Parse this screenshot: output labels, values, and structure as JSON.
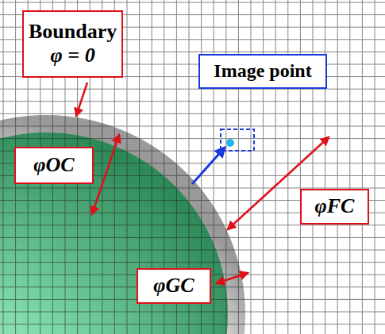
{
  "diagram": {
    "nodes": [
      {
        "text": [
          "Boundary",
          "φ = 0"
        ]
      },
      {
        "text": [
          "Image point"
        ]
      },
      {
        "text": [
          "φOC"
        ]
      },
      {
        "text": [
          "φFC"
        ]
      },
      {
        "text": [
          "φGC"
        ]
      }
    ]
  }
}
